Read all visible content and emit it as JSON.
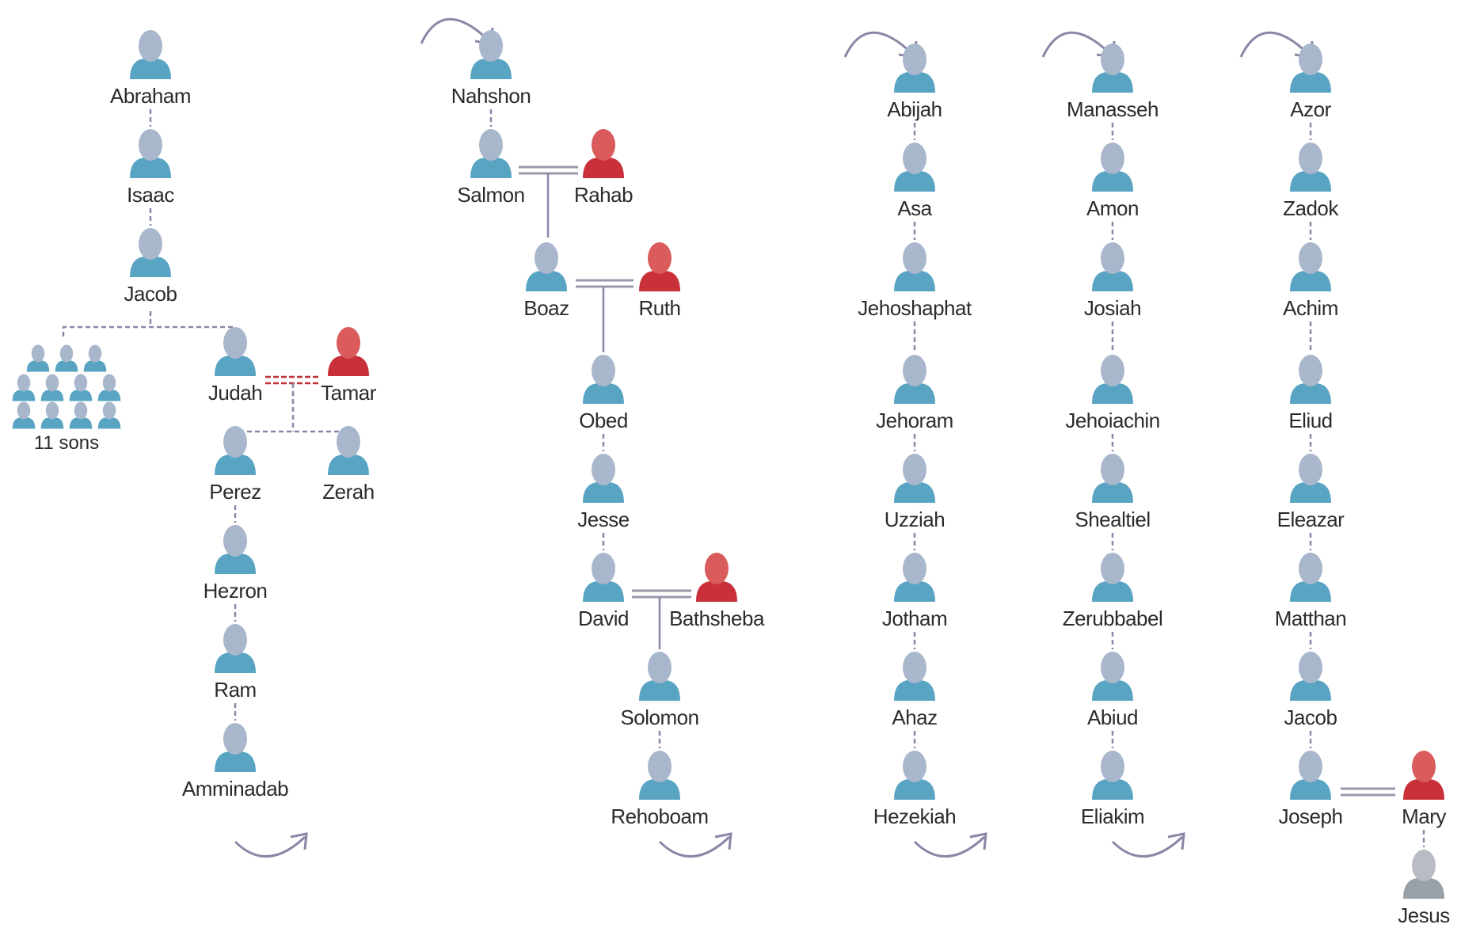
{
  "colors": {
    "man_head": "#a9b7cc",
    "man_body": "#5aa4c3",
    "woman_head": "#d95b5b",
    "woman_body": "#c9303a",
    "child_head": "#b9bcc2",
    "child_body": "#9aa0a8",
    "line": "#8c86a8"
  },
  "columns": [
    {
      "name": "column-1",
      "people": [
        {
          "id": "abraham",
          "label": "Abraham",
          "gender": "man"
        },
        {
          "id": "isaac",
          "label": "Isaac",
          "gender": "man"
        },
        {
          "id": "jacob-1",
          "label": "Jacob",
          "gender": "man"
        },
        {
          "id": "judah",
          "label": "Judah",
          "gender": "man"
        },
        {
          "id": "tamar",
          "label": "Tamar",
          "gender": "woman"
        },
        {
          "id": "perez",
          "label": "Perez",
          "gender": "man"
        },
        {
          "id": "zerah",
          "label": "Zerah",
          "gender": "man"
        },
        {
          "id": "hezron",
          "label": "Hezron",
          "gender": "man"
        },
        {
          "id": "ram",
          "label": "Ram",
          "gender": "man"
        },
        {
          "id": "amminadab",
          "label": "Amminadab",
          "gender": "man"
        }
      ],
      "group_label": "11 sons"
    },
    {
      "name": "column-2",
      "people": [
        {
          "id": "nahshon",
          "label": "Nahshon",
          "gender": "man"
        },
        {
          "id": "salmon",
          "label": "Salmon",
          "gender": "man"
        },
        {
          "id": "rahab",
          "label": "Rahab",
          "gender": "woman"
        },
        {
          "id": "boaz",
          "label": "Boaz",
          "gender": "man"
        },
        {
          "id": "ruth",
          "label": "Ruth",
          "gender": "woman"
        },
        {
          "id": "obed",
          "label": "Obed",
          "gender": "man"
        },
        {
          "id": "jesse",
          "label": "Jesse",
          "gender": "man"
        },
        {
          "id": "david",
          "label": "David",
          "gender": "man"
        },
        {
          "id": "bathsheba",
          "label": "Bathsheba",
          "gender": "woman"
        },
        {
          "id": "solomon",
          "label": "Solomon",
          "gender": "man"
        },
        {
          "id": "rehoboam",
          "label": "Rehoboam",
          "gender": "man"
        }
      ]
    },
    {
      "name": "column-3",
      "people": [
        {
          "id": "abijah",
          "label": "Abijah",
          "gender": "man"
        },
        {
          "id": "asa",
          "label": "Asa",
          "gender": "man"
        },
        {
          "id": "jehoshaphat",
          "label": "Jehoshaphat",
          "gender": "man"
        },
        {
          "id": "jehoram",
          "label": "Jehoram",
          "gender": "man"
        },
        {
          "id": "uzziah",
          "label": "Uzziah",
          "gender": "man"
        },
        {
          "id": "jotham",
          "label": "Jotham",
          "gender": "man"
        },
        {
          "id": "ahaz",
          "label": "Ahaz",
          "gender": "man"
        },
        {
          "id": "hezekiah",
          "label": "Hezekiah",
          "gender": "man"
        }
      ]
    },
    {
      "name": "column-4",
      "people": [
        {
          "id": "manasseh",
          "label": "Manasseh",
          "gender": "man"
        },
        {
          "id": "amon",
          "label": "Amon",
          "gender": "man"
        },
        {
          "id": "josiah",
          "label": "Josiah",
          "gender": "man"
        },
        {
          "id": "jehoiachin",
          "label": "Jehoiachin",
          "gender": "man"
        },
        {
          "id": "shealtiel",
          "label": "Shealtiel",
          "gender": "man"
        },
        {
          "id": "zerubbabel",
          "label": "Zerubbabel",
          "gender": "man"
        },
        {
          "id": "abiud",
          "label": "Abiud",
          "gender": "man"
        },
        {
          "id": "eliakim",
          "label": "Eliakim",
          "gender": "man"
        }
      ]
    },
    {
      "name": "column-5",
      "people": [
        {
          "id": "azor",
          "label": "Azor",
          "gender": "man"
        },
        {
          "id": "zadok",
          "label": "Zadok",
          "gender": "man"
        },
        {
          "id": "achim",
          "label": "Achim",
          "gender": "man"
        },
        {
          "id": "eliud",
          "label": "Eliud",
          "gender": "man"
        },
        {
          "id": "eleazar",
          "label": "Eleazar",
          "gender": "man"
        },
        {
          "id": "matthan",
          "label": "Matthan",
          "gender": "man"
        },
        {
          "id": "jacob-2",
          "label": "Jacob",
          "gender": "man"
        },
        {
          "id": "joseph",
          "label": "Joseph",
          "gender": "man"
        },
        {
          "id": "mary",
          "label": "Mary",
          "gender": "woman"
        },
        {
          "id": "jesus",
          "label": "Jesus",
          "gender": "child"
        }
      ]
    }
  ]
}
